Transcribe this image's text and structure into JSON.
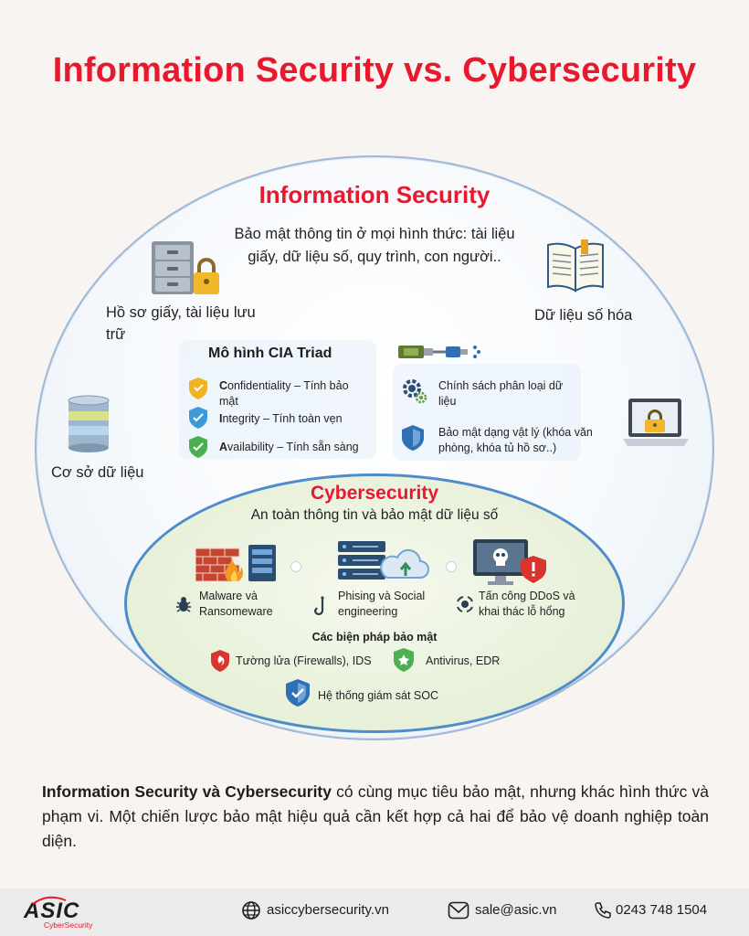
{
  "title": "Information Security vs. Cybersecurity",
  "info_security": {
    "title": "Information Security",
    "subtitle": "Bảo mật thông tin ở mọi hình thức: tài liệu giấy, dữ liệu số, quy trình, con người..",
    "paper_label": "Hồ sơ giấy, tài liệu lưu trữ",
    "digital_label": "Dữ liệu số hóa",
    "database_label": "Cơ sở dữ liệu",
    "cia": {
      "title": "Mô hình CIA Triad",
      "items": [
        {
          "letter": "C",
          "rest": "onfidentiality – Tính bảo mật"
        },
        {
          "letter": "I",
          "rest": "ntegrity – Tính toàn vẹn"
        },
        {
          "letter": "A",
          "rest": "vailability – Tính sẵn sàng"
        }
      ]
    },
    "policy_label": "Chính sách phân loại dữ liệu",
    "physical_label": "Bảo mật dạng vật lý (khóa văn phòng, khóa tủ hồ sơ..)"
  },
  "cybersecurity": {
    "title": "Cybersecurity",
    "subtitle": "An toàn thông tin và bảo mật dữ liệu số",
    "threats": [
      "Malware và Ransomeware",
      "Phising và Social engineering",
      "Tấn công DDoS và khai thác lỗ hổng"
    ],
    "measures_title": "Các biện pháp bảo mật",
    "measures": [
      "Tường lửa (Firewalls), IDS",
      "Antivirus, EDR",
      "Hệ thống giám sát SOC"
    ]
  },
  "footer": {
    "bold_part": "Information Security và Cybersecurity",
    "text": " có cùng mục tiêu bảo mật, nhưng khác hình thức và phạm vi. Một chiến lược bảo mật hiệu quả cần kết hợp cả hai để bảo vệ doanh nghiệp toàn diện."
  },
  "brand": {
    "logo": "ASIC",
    "tagline": "CyberSecurity"
  },
  "contacts": {
    "website": "asiccybersecurity.vn",
    "email": "sale@asic.vn",
    "phone": "0243 748 1504"
  },
  "colors": {
    "accent_red": "#e8192c",
    "outline_blue": "#4f8cc9",
    "inner_green": "#e7f0d8"
  }
}
